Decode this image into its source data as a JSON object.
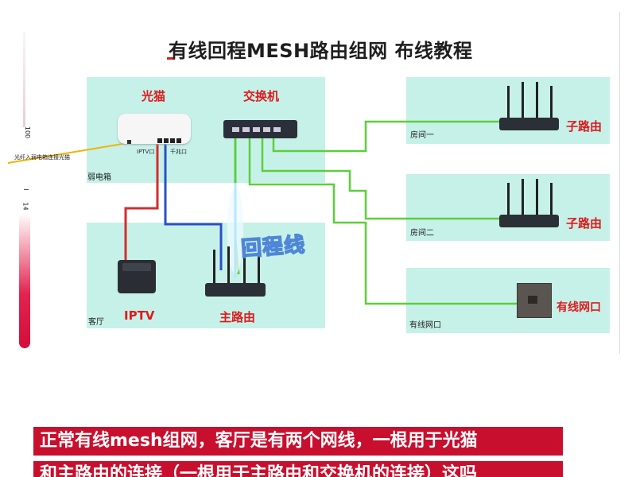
{
  "title": "有线回程MESH路由组网  布线教程",
  "labels": {
    "optical_modem": "光猫",
    "switch": "交换机",
    "weak_box": "弱电箱",
    "living_room": "客厅",
    "iptv": "IPTV",
    "main_router": "主路由",
    "room1": "房间一",
    "room2": "房间二",
    "sub_router_1": "子路由",
    "sub_router_2": "子路由",
    "wired_port_room": "有线网口",
    "wired_port": "有线网口",
    "fiber_note": "光纤入弱电箱连接光猫",
    "modem_port_iptv": "IPTV口",
    "modem_port_lan": "千兆口",
    "backhaul": "回程线"
  },
  "gauge": {
    "top_number": "100",
    "bottom_number": "14"
  },
  "banner": {
    "line1": "正常有线mesh组网，客厅是有两个网线，一根用于光猫",
    "line2": "和主路由的连接（一根用于主路由和交换机的连接）这吗"
  },
  "colors": {
    "panel": "#c6f1e9",
    "label_red": "#e0191b",
    "cable_green": "#5ccf3a",
    "cable_red": "#d42d2d",
    "cable_blue": "#2a4fc7",
    "banner_bg": "#c8102e"
  }
}
